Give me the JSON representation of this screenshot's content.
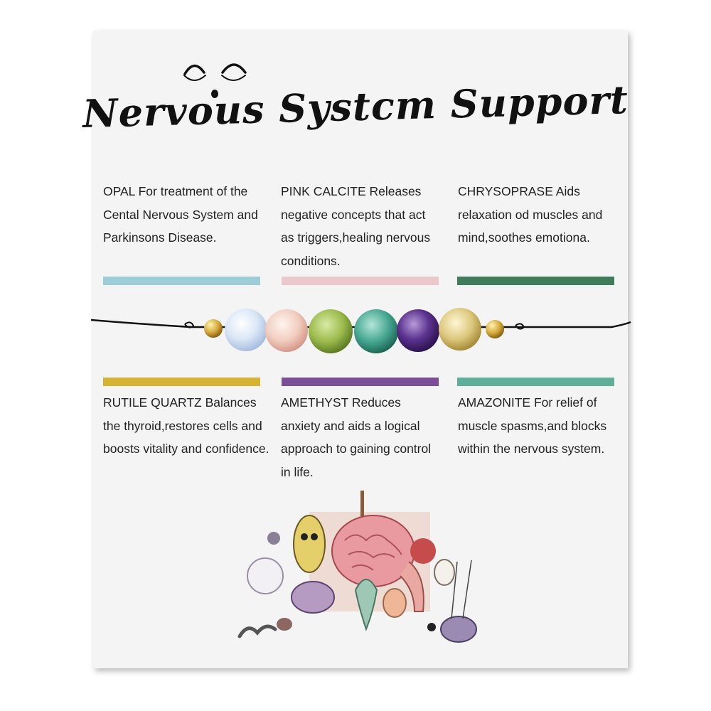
{
  "title": "Nervous Systcm Support",
  "colors": {
    "opal": "#9ccdd8",
    "pink_calcite": "#ebc8cc",
    "chrysoprase": "#3f7d5a",
    "rutile_quartz": "#d6b332",
    "amethyst": "#7a4e99",
    "amazonite": "#5fae9a"
  },
  "stones": [
    {
      "text": "OPAL For treatment of the Cental Nervous System and Parkinsons Disease."
    },
    {
      "text": "PINK CALCITE Releases negative concepts that act as triggers,healing nervous conditions."
    },
    {
      "text": "CHRYSOPRASE Aids relaxation od muscles and mind,soothes emotiona."
    },
    {
      "text": "RUTILE QUARTZ Balances the thyroid,restores cells and boosts vitality and confidence."
    },
    {
      "text": "AMETHYST Reduces anxiety and aids a logical approach to gaining control in life."
    },
    {
      "text": "AMAZONITE For relief of muscle spasms,and blocks within the nervous system."
    }
  ],
  "icons": {
    "eyes": "closed-eyes-icon",
    "bracelet": "bead-bracelet",
    "art": "brain-creatures-illustration"
  }
}
